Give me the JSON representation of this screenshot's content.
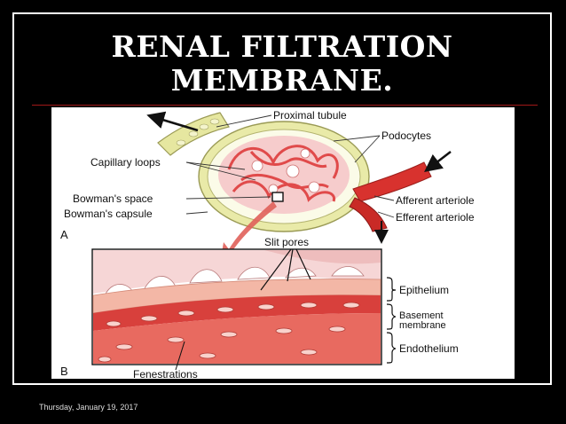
{
  "slide": {
    "title_line1": "RENAL FILTRATION",
    "title_line2": "MEMBRANE.",
    "footer_date": "Thursday, January 19, 2017"
  },
  "figure": {
    "panel_a": "A",
    "panel_b": "B",
    "labels": {
      "proximal_tubule": "Proximal tubule",
      "podocytes": "Podocytes",
      "capillary_loops": "Capillary loops",
      "bowmans_space": "Bowman's space",
      "bowmans_capsule": "Bowman's capsule",
      "afferent_arteriole": "Afferent arteriole",
      "efferent_arteriole": "Efferent arteriole",
      "slit_pores": "Slit pores",
      "epithelium": "Epithelium",
      "basement_line1": "Basement",
      "basement_line2": "membrane",
      "endothelium": "Endothelium",
      "fenestrations": "Fenestrations"
    },
    "colors": {
      "capsule": "#e9eaa8",
      "capillary": "#e04a4a",
      "arteriole": "#d8322e",
      "basement": "#f3b7a6",
      "background_pink": "#f6d6d6"
    }
  }
}
